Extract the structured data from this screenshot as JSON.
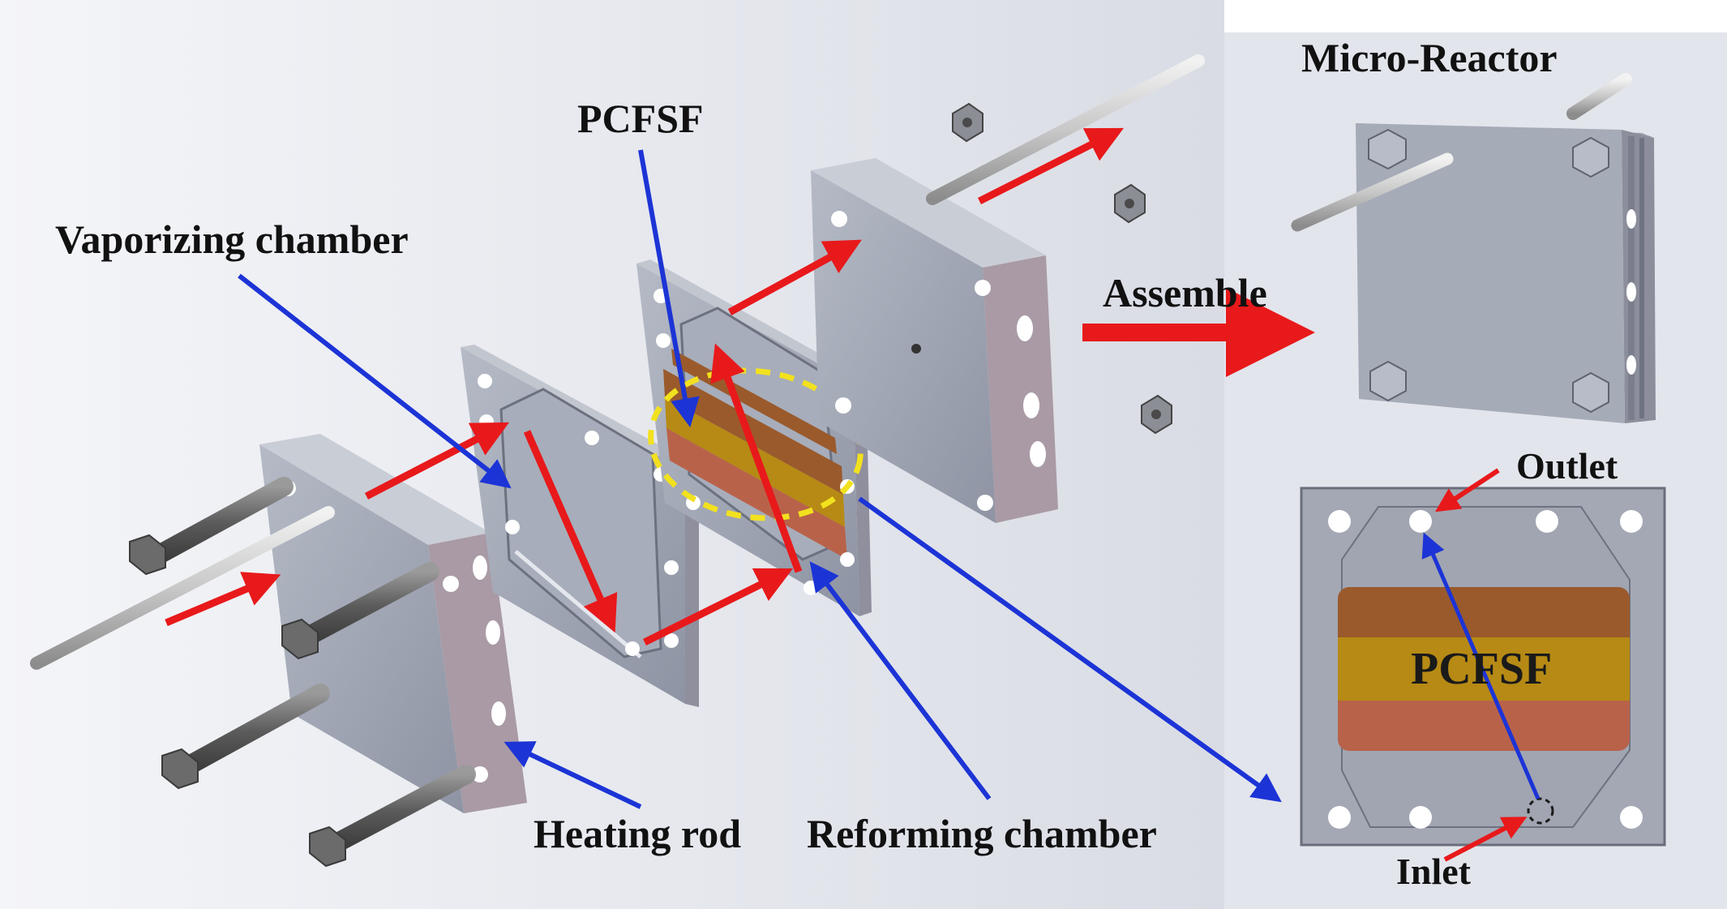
{
  "labels": {
    "pcfsf_top": "PCFSF",
    "vaporizing_chamber": "Vaporizing chamber",
    "assemble": "Assemble",
    "micro_reactor": "Micro-Reactor",
    "outlet": "Outlet",
    "inlet": "Inlet",
    "heating_rod": "Heating rod",
    "reforming_chamber": "Reforming chamber",
    "pcfsf_detail": "PCFSF"
  },
  "colors": {
    "flow_arrow": "#e8191b",
    "callout_arrow": "#1c34d6",
    "highlight_ellipse": "#f2e11e",
    "plate_face": "#9ea4b2",
    "plate_side": "#a99aa6",
    "foam_copper_dark": "#9a5a2c",
    "foam_gold": "#b68a14",
    "foam_copper_light": "#b9624a"
  }
}
